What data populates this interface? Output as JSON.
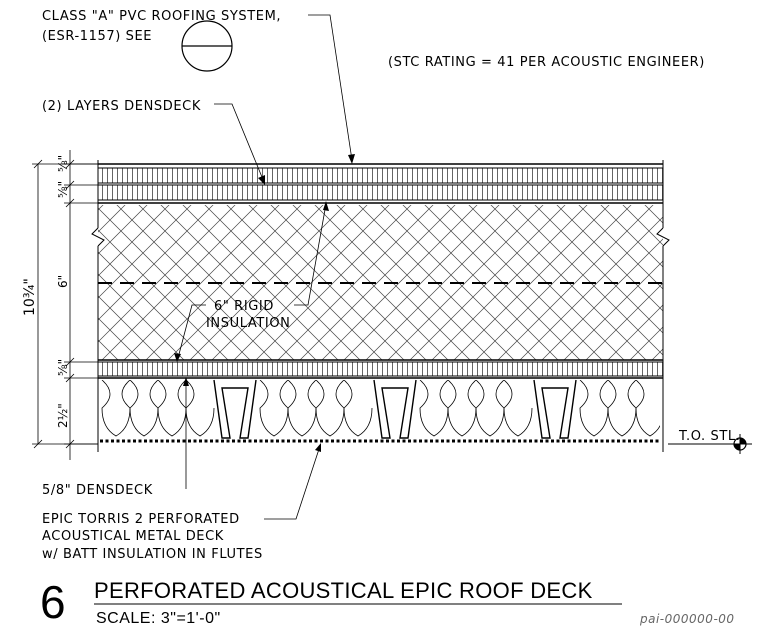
{
  "detail": {
    "number": "6",
    "title": "PERFORATED ACOUSTICAL EPIC ROOF DECK",
    "scale": "SCALE: 3\"=1'-0\"",
    "sheet_id": "pai-000000-00"
  },
  "notes": {
    "roofing_line1": "CLASS \"A\" PVC ROOFING SYSTEM,",
    "roofing_line2": "(ESR-1157) SEE",
    "stc": "(STC RATING = 41 PER ACOUSTIC ENGINEER)",
    "densdeck_layers": "(2) LAYERS DENSDECK",
    "rigid_line1": "6\" RIGID",
    "rigid_line2": "INSULATION",
    "densdeck_58": "5/8\" DENSDECK",
    "deck_line1": "EPIC TORRIS 2 PERFORATED",
    "deck_line2": "ACOUSTICAL METAL DECK",
    "deck_line3": "w/ BATT INSULATION IN FLUTES",
    "tos": "T.O. STL."
  },
  "dimensions": {
    "overall": "10¾\"",
    "top_5_8_a": "⅝\"",
    "top_5_8_b": "⅝\"",
    "insulation": "6\"",
    "bottom_5_8": "⅝\"",
    "deck": "2½\""
  },
  "colors": {
    "line": "#000000",
    "sheet_text": "#666666"
  }
}
